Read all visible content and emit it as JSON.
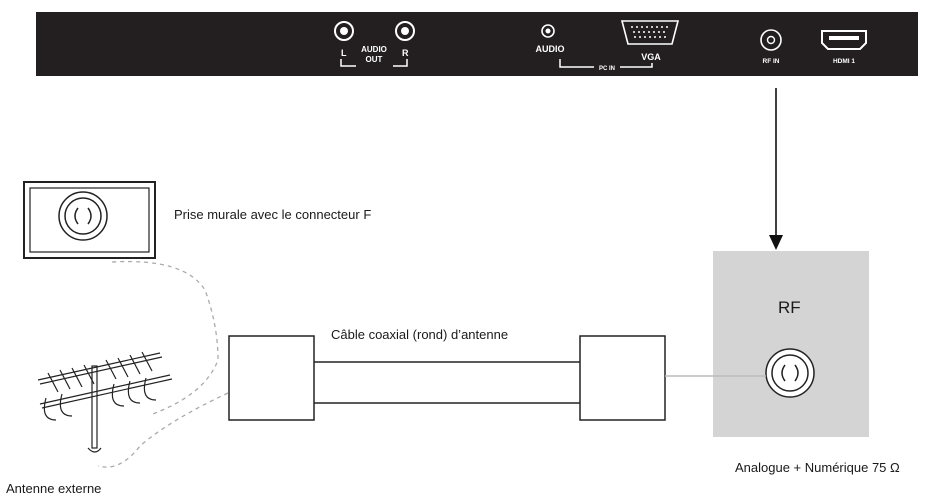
{
  "tv_panel": {
    "audio_out": {
      "left": "L",
      "top": "AUDIO",
      "bottom": "OUT",
      "right": "R"
    },
    "pc_in": {
      "audio": "AUDIO",
      "vga": "VGA",
      "group": "PC IN"
    },
    "rf_in": "RF IN",
    "hdmi": "HDMI 1"
  },
  "wall_socket_label": "Prise murale avec le connecteur F",
  "cable_label": "Câble coaxial (rond) d’antenne",
  "rf_box_title": "RF",
  "impedance_label": "Analogue + Numérique 75 Ω",
  "antenna_label": "Antenne externe",
  "colors": {
    "panel": "#231f20",
    "rf_box": "#d4d4d4",
    "dotted_line": "#aaaaaa"
  }
}
